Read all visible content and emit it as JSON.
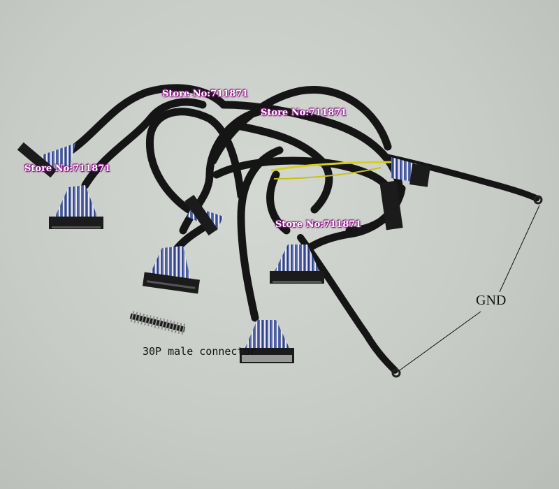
{
  "watermark": {
    "text_1": "Store No:711871",
    "text_2": "Store No:711871",
    "text_3": "Store No:711871",
    "text_4": "Store No:711871",
    "color": "#a0189a"
  },
  "labels": {
    "gnd": "GND",
    "male_connector": "30P male connector"
  },
  "colors": {
    "background": "#c9cdc7",
    "cable": "#151515",
    "connector": "#1b1b1b",
    "rubber_band": "#d8cf1a"
  }
}
